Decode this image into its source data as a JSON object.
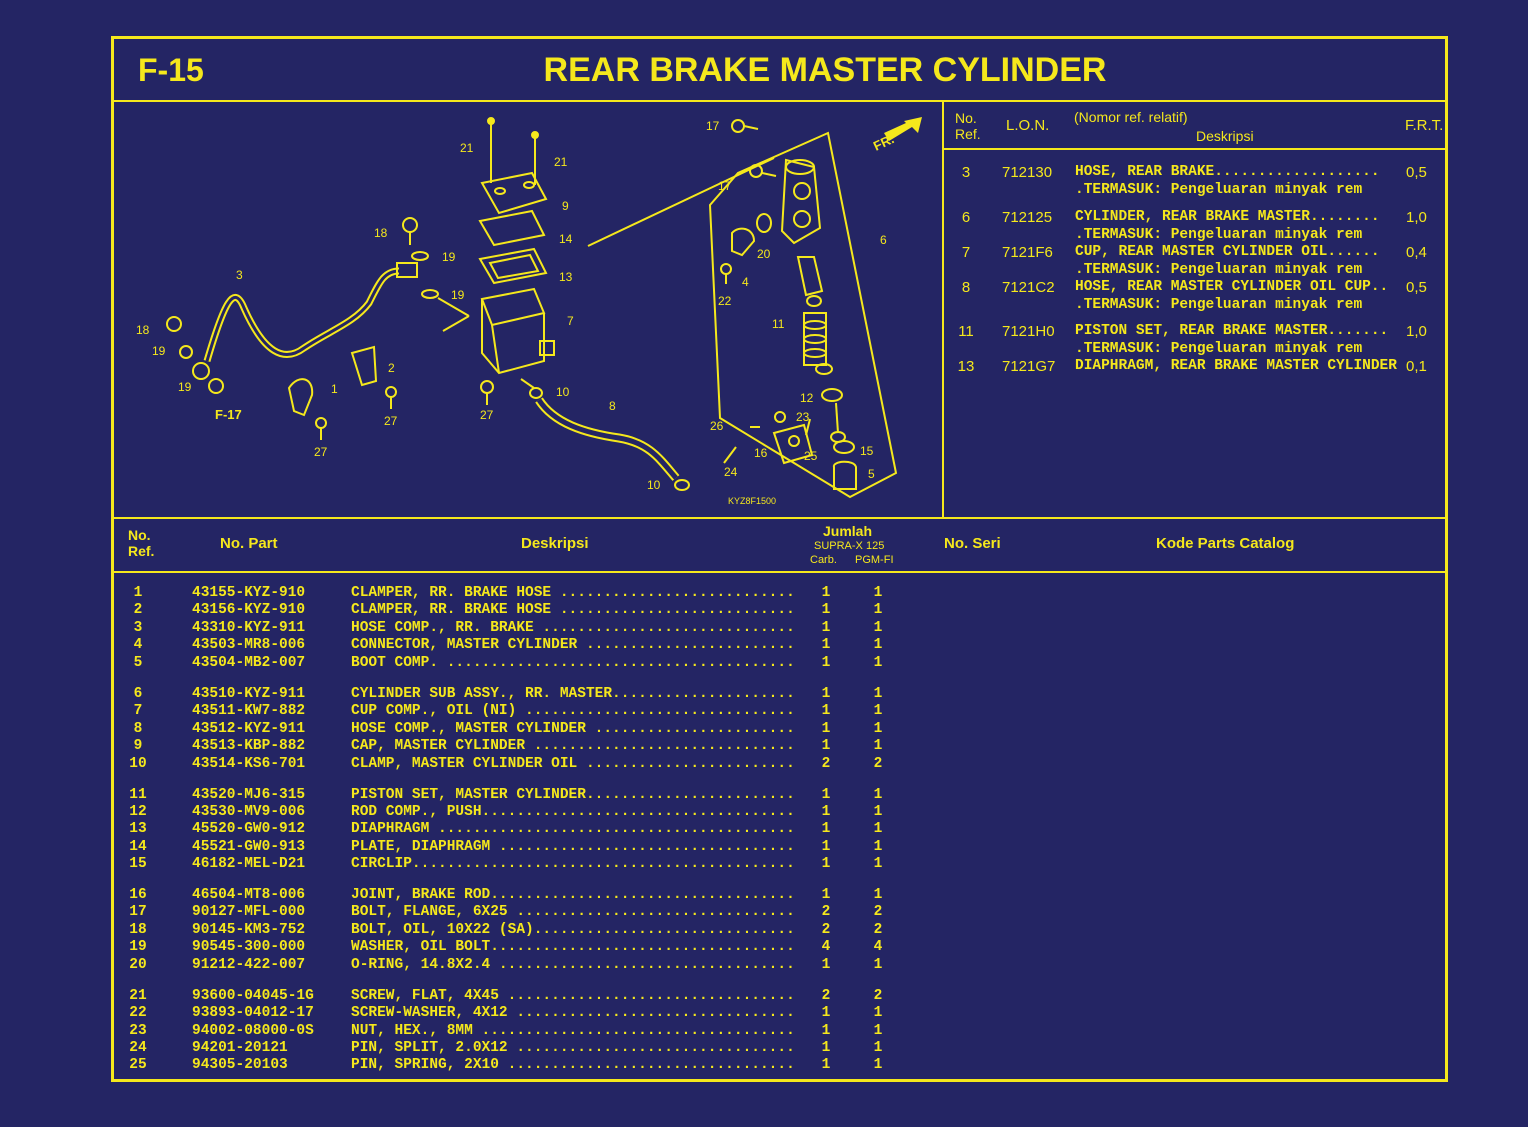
{
  "header": {
    "code": "F-15",
    "title": "REAR BRAKE MASTER CYLINDER"
  },
  "frt_table": {
    "headers": {
      "ref_line1": "No.",
      "ref_line2": "Ref.",
      "lon": "L.O.N.",
      "relative_note": "(Nomor ref. relatif)",
      "desc": "Deskripsi",
      "frt": "F.R.T."
    },
    "rows": [
      {
        "ref": "3",
        "lon": "712130",
        "desc": "HOSE, REAR BRAKE...................",
        "sub": ".TERMASUK: Pengeluaran minyak rem",
        "frt": "0,5"
      },
      {
        "ref": "6",
        "lon": "712125",
        "desc": "CYLINDER, REAR BRAKE MASTER........",
        "sub": ".TERMASUK: Pengeluaran minyak rem",
        "frt": "1,0"
      },
      {
        "ref": "7",
        "lon": "7121F6",
        "desc": "CUP, REAR MASTER CYLINDER OIL......",
        "sub": ".TERMASUK: Pengeluaran minyak rem",
        "frt": "0,4"
      },
      {
        "ref": "8",
        "lon": "7121C2",
        "desc": "HOSE, REAR MASTER CYLINDER OIL CUP..",
        "sub": ".TERMASUK: Pengeluaran minyak rem",
        "frt": "0,5"
      },
      {
        "ref": "11",
        "lon": "7121H0",
        "desc": "PISTON SET, REAR BRAKE MASTER.......",
        "sub": ".TERMASUK: Pengeluaran minyak rem",
        "frt": "1,0"
      },
      {
        "ref": "13",
        "lon": "7121G7",
        "desc": "DIAPHRAGM, REAR BRAKE MASTER CYLINDER",
        "sub": "",
        "frt": "0,1"
      }
    ]
  },
  "parts_table": {
    "headers": {
      "ref_line1": "No.",
      "ref_line2": "Ref.",
      "part": "No. Part",
      "desc": "Deskripsi",
      "qty": "Jumlah",
      "model": "SUPRA-X 125",
      "carb": "Carb.",
      "pgmfi": "PGM-FI",
      "serial": "No. Seri",
      "catalog": "Kode Parts Catalog"
    },
    "rows": [
      {
        "ref": "1",
        "part": "43155-KYZ-910",
        "desc": "CLAMPER, RR. BRAKE HOSE ...........................",
        "carb": "1",
        "pgmfi": "1"
      },
      {
        "ref": "2",
        "part": "43156-KYZ-910",
        "desc": "CLAMPER, RR. BRAKE HOSE ...........................",
        "carb": "1",
        "pgmfi": "1"
      },
      {
        "ref": "3",
        "part": "43310-KYZ-911",
        "desc": "HOSE COMP., RR. BRAKE .............................",
        "carb": "1",
        "pgmfi": "1"
      },
      {
        "ref": "4",
        "part": "43503-MR8-006",
        "desc": "CONNECTOR, MASTER CYLINDER ........................",
        "carb": "1",
        "pgmfi": "1"
      },
      {
        "ref": "5",
        "part": "43504-MB2-007",
        "desc": "BOOT COMP. ........................................",
        "carb": "1",
        "pgmfi": "1"
      },
      {
        "ref": "6",
        "part": "43510-KYZ-911",
        "desc": "CYLINDER SUB ASSY., RR. MASTER.....................",
        "carb": "1",
        "pgmfi": "1"
      },
      {
        "ref": "7",
        "part": "43511-KW7-882",
        "desc": "CUP COMP., OIL (NI) ...............................",
        "carb": "1",
        "pgmfi": "1"
      },
      {
        "ref": "8",
        "part": "43512-KYZ-911",
        "desc": "HOSE COMP., MASTER CYLINDER .......................",
        "carb": "1",
        "pgmfi": "1"
      },
      {
        "ref": "9",
        "part": "43513-KBP-882",
        "desc": "CAP, MASTER CYLINDER ..............................",
        "carb": "1",
        "pgmfi": "1"
      },
      {
        "ref": "10",
        "part": "43514-KS6-701",
        "desc": "CLAMP, MASTER CYLINDER OIL ........................",
        "carb": "2",
        "pgmfi": "2"
      },
      {
        "ref": "11",
        "part": "43520-MJ6-315",
        "desc": "PISTON SET, MASTER CYLINDER........................",
        "carb": "1",
        "pgmfi": "1"
      },
      {
        "ref": "12",
        "part": "43530-MV9-006",
        "desc": "ROD COMP., PUSH....................................",
        "carb": "1",
        "pgmfi": "1"
      },
      {
        "ref": "13",
        "part": "45520-GW0-912",
        "desc": "DIAPHRAGM .........................................",
        "carb": "1",
        "pgmfi": "1"
      },
      {
        "ref": "14",
        "part": "45521-GW0-913",
        "desc": "PLATE, DIAPHRAGM ..................................",
        "carb": "1",
        "pgmfi": "1"
      },
      {
        "ref": "15",
        "part": "46182-MEL-D21",
        "desc": "CIRCLIP............................................",
        "carb": "1",
        "pgmfi": "1"
      },
      {
        "ref": "16",
        "part": "46504-MT8-006",
        "desc": "JOINT, BRAKE ROD...................................",
        "carb": "1",
        "pgmfi": "1"
      },
      {
        "ref": "17",
        "part": "90127-MFL-000",
        "desc": "BOLT, FLANGE, 6X25 ................................",
        "carb": "2",
        "pgmfi": "2"
      },
      {
        "ref": "18",
        "part": "90145-KM3-752",
        "desc": "BOLT, OIL, 10X22 (SA)..............................",
        "carb": "2",
        "pgmfi": "2"
      },
      {
        "ref": "19",
        "part": "90545-300-000",
        "desc": "WASHER, OIL BOLT...................................",
        "carb": "4",
        "pgmfi": "4"
      },
      {
        "ref": "20",
        "part": "91212-422-007",
        "desc": "O-RING, 14.8X2.4 ..................................",
        "carb": "1",
        "pgmfi": "1"
      },
      {
        "ref": "21",
        "part": "93600-04045-1G",
        "desc": "SCREW, FLAT, 4X45 .................................",
        "carb": "2",
        "pgmfi": "2"
      },
      {
        "ref": "22",
        "part": "93893-04012-17",
        "desc": "SCREW-WASHER, 4X12 ................................",
        "carb": "1",
        "pgmfi": "1"
      },
      {
        "ref": "23",
        "part": "94002-08000-0S",
        "desc": "NUT, HEX., 8MM ....................................",
        "carb": "1",
        "pgmfi": "1"
      },
      {
        "ref": "24",
        "part": "94201-20121",
        "desc": "PIN, SPLIT, 2.0X12 ................................",
        "carb": "1",
        "pgmfi": "1"
      },
      {
        "ref": "25",
        "part": "94305-20103",
        "desc": "PIN, SPRING, 2X10 .................................",
        "carb": "1",
        "pgmfi": "1"
      }
    ]
  },
  "diagram": {
    "fr_label": "FR.",
    "ref_label": "F-17",
    "drawing_code": "KYZ8F1500",
    "callouts": [
      "21",
      "21",
      "9",
      "14",
      "13",
      "7",
      "18",
      "19",
      "19",
      "3",
      "18",
      "19",
      "19",
      "1",
      "2",
      "27",
      "27",
      "27",
      "10",
      "8",
      "10",
      "17",
      "17",
      "20",
      "4",
      "22",
      "6",
      "11",
      "12",
      "23",
      "26",
      "16",
      "25",
      "15",
      "24",
      "5"
    ]
  }
}
